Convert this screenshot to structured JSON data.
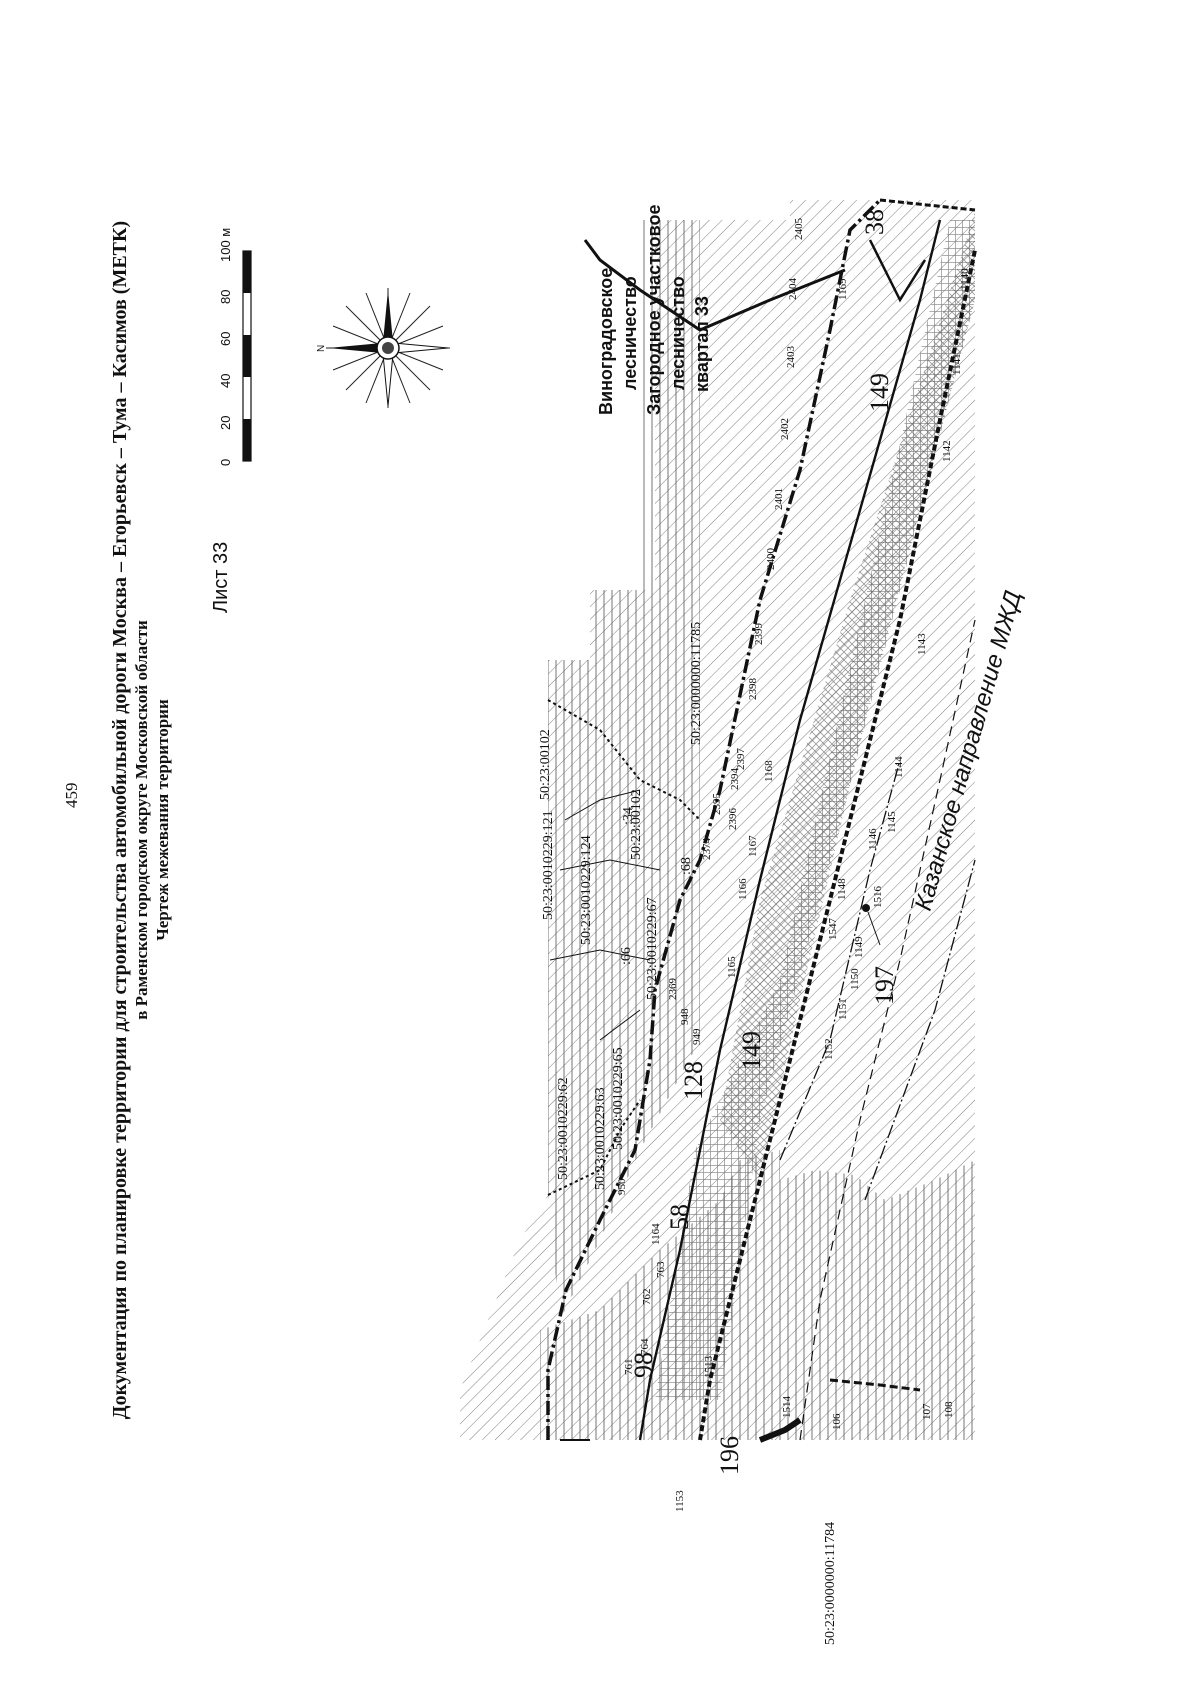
{
  "page": {
    "number": "459"
  },
  "title": {
    "line1": "Документация по планировке территории для строительства автомобильной дороги Москва – Егорьевск – Тума – Касимов (МЕТК)",
    "line2": "в Раменском городском округе Московской области",
    "line3": "Чертеж межевания территории"
  },
  "sheet": {
    "label": "Лист 33"
  },
  "scale_bar": {
    "ticks": [
      "0",
      "20",
      "40",
      "60",
      "80",
      "100 м"
    ]
  },
  "compass": {
    "north_label": "N"
  },
  "forestry": {
    "line1": "Виноградовское",
    "line2": "лесничество",
    "line3": "Загородное участковое",
    "line4": "лесничество",
    "line5": "квартал 33"
  },
  "railway": {
    "label": "Казанское направление МЖД"
  },
  "zone_numbers": [
    "38",
    "149",
    "149",
    "197",
    "128",
    "58",
    "98",
    "196"
  ],
  "cadastral_numbers": [
    "50:23:0010229:121",
    "50:23:0010229:124",
    "50:23:0010229:67",
    "50:23:0010229:63",
    "50:23:0010229:62",
    "50:23:0010229:65",
    "50:23:0000000:11785",
    "50:23:0000000:11784",
    "50:23:00102",
    "50:23:00102",
    ":68",
    ":66",
    ":34"
  ],
  "point_numbers": [
    "2405",
    "2404",
    "2403",
    "2402",
    "2401",
    "2400",
    "2399",
    "2398",
    "2397",
    "2396",
    "2395",
    "2394",
    "2374",
    "2369",
    "1140",
    "1141",
    "1142",
    "1143",
    "1144",
    "1145",
    "1146",
    "1148",
    "1149",
    "1150",
    "1151",
    "1152",
    "1153",
    "1164",
    "1165",
    "1166",
    "1167",
    "1168",
    "1169",
    "1516",
    "1514",
    "1513",
    "949",
    "950",
    "948",
    "762",
    "763",
    "761",
    "764",
    "106",
    "107",
    "108",
    "1547"
  ],
  "colors": {
    "ink": "#111111",
    "hatch": "#555555",
    "background": "#ffffff"
  }
}
